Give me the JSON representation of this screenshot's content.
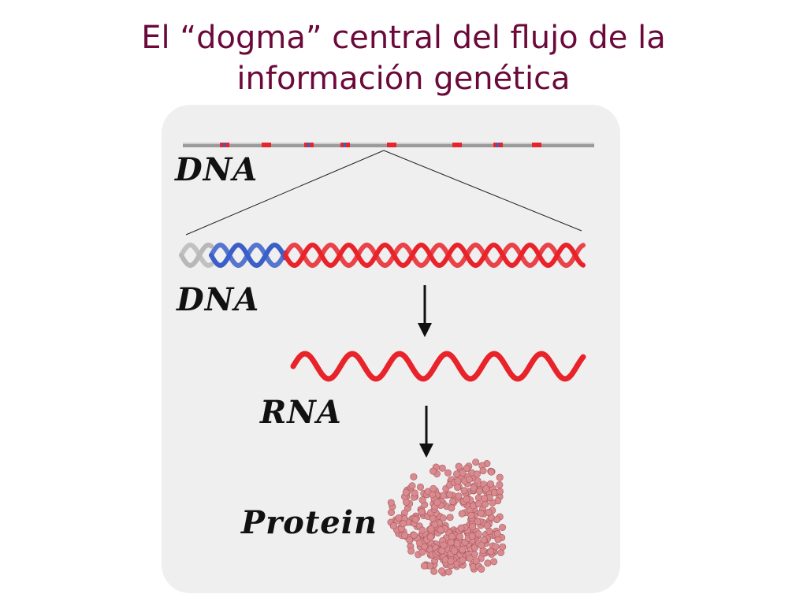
{
  "slide": {
    "title_line1": "El “dogma” central del flujo de la",
    "title_line2": "información genética"
  },
  "diagram": {
    "labels": {
      "dna_chromosome": "DNA",
      "dna_helix": "DNA",
      "rna": "RNA",
      "protein": "Protein"
    },
    "colors": {
      "title": "#6b0a3a",
      "panel": "#efefef",
      "strand_red": "#e8232a",
      "strand_blue": "#3a5fc8",
      "strand_grey": "#b8b8b8",
      "protein": "#d98a8f"
    }
  }
}
